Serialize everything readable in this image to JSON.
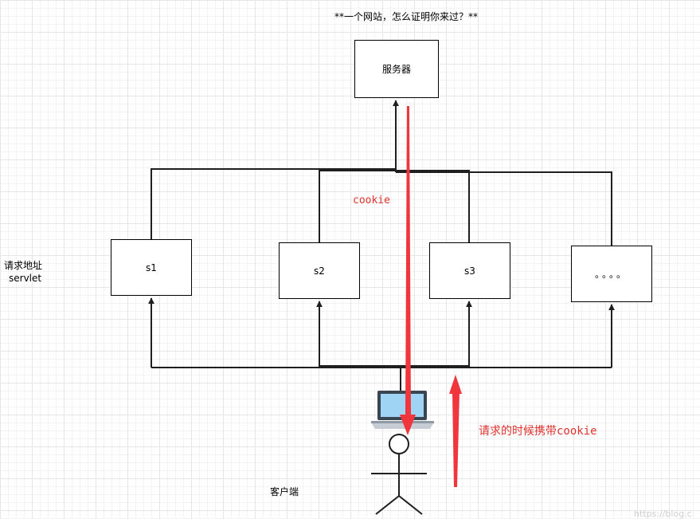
{
  "title": "**一个网站，怎么证明你来过？**",
  "server": {
    "label": "服务器"
  },
  "servlets": [
    {
      "label": "s1"
    },
    {
      "label": "s2"
    },
    {
      "label": "s3"
    },
    {
      "label": "。。。。"
    }
  ],
  "side_label": {
    "line1": "请求地址",
    "line2": "servlet"
  },
  "cookie_label": "cookie",
  "request_label": "请求的时候携带cookie",
  "client_label": "客户端",
  "watermark": "https://blog.c",
  "colors": {
    "red": "#f0353c",
    "line": "#1f1f1f",
    "accent_text": "#e0312c"
  }
}
